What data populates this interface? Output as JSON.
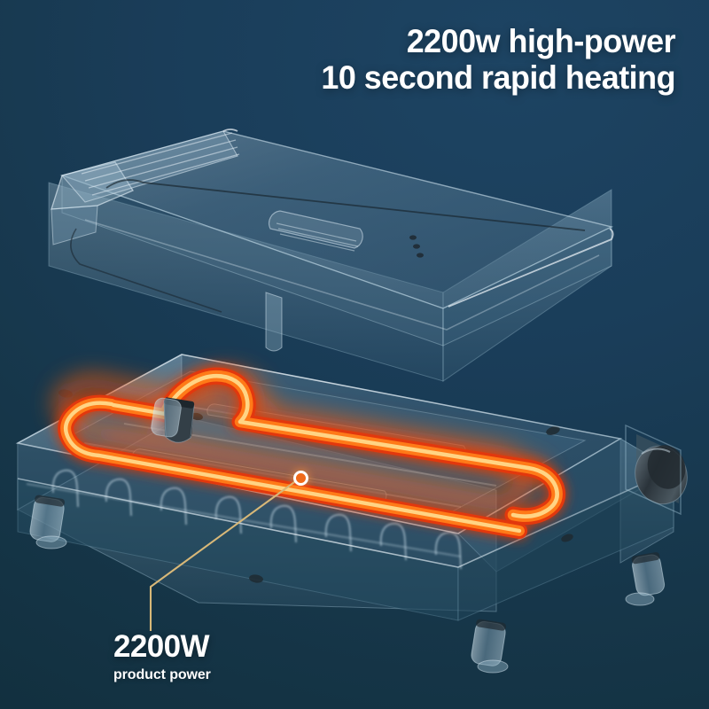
{
  "theme": {
    "background_top": "#1d4463",
    "background_bottom": "#12303f",
    "accent_gold": "#d8b878",
    "heat_core": "#ffe9a0",
    "heat_mid": "#ff7a18",
    "heat_outer": "#e23a12",
    "text_color": "#ffffff",
    "glass_tint": "#5e7e96"
  },
  "headline": {
    "line1": "2200w high-power",
    "line2": "10 second rapid heating"
  },
  "callout": {
    "value": "2200W",
    "caption": "product power",
    "marker_label": "heating-element-marker"
  },
  "product": {
    "name": "transparent-electric-grill-press",
    "parts": [
      {
        "id": "upper-lid",
        "label": "upper transparent lid"
      },
      {
        "id": "lid-handle",
        "label": "ribbed lid handle"
      },
      {
        "id": "lid-vent",
        "label": "lid vent grille"
      },
      {
        "id": "lower-base",
        "label": "lower transparent base"
      },
      {
        "id": "heating-element",
        "label": "glowing heating element"
      },
      {
        "id": "wire-rack",
        "label": "wire rack loops"
      },
      {
        "id": "control-knob",
        "label": "temperature control knob"
      },
      {
        "id": "feet",
        "label": "cylindrical feet"
      }
    ]
  }
}
